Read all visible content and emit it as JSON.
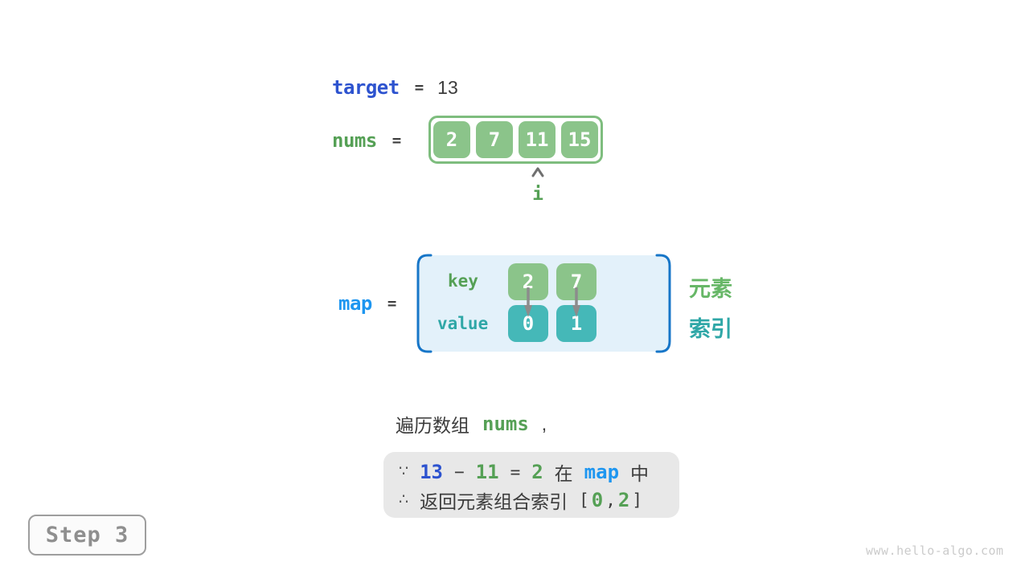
{
  "target": {
    "label": "target",
    "eq": "=",
    "value": "13"
  },
  "nums": {
    "label": "nums",
    "eq": "="
  },
  "array": {
    "cells": [
      "2",
      "7",
      "11",
      "15"
    ],
    "pointer_label": "i",
    "pointer_index": 2
  },
  "map": {
    "label": "map",
    "eq": "=",
    "key_label": "key",
    "value_label": "value",
    "entries": [
      {
        "key": "2",
        "value": "0"
      },
      {
        "key": "7",
        "value": "1"
      }
    ],
    "element_label": "元素",
    "index_label": "索引"
  },
  "sentence": {
    "prefix": "遍历数组",
    "code": "nums",
    "comma": ","
  },
  "conclusion": {
    "because": "∵",
    "operand1": "13",
    "minus": "−",
    "operand2": "11",
    "equals": "=",
    "result": "2",
    "in_word": "在",
    "map_ref": "map",
    "zhong_word": "中",
    "therefore": "∴",
    "return_text": "返回元素组合索引",
    "open_bracket": "[",
    "index1": "0",
    "comma": ",",
    "index2": "2",
    "close_bracket": "]"
  },
  "step_label": "Step 3",
  "watermark": "www.hello-algo.com",
  "colors": {
    "keyword_blue": "#2D53CF",
    "map_azure": "#1E96F0",
    "array_green_fill": "#8BC48A",
    "array_green_border": "#7EBD7E",
    "green_text": "#55A055",
    "element_green": "#67B767",
    "teal_fill": "#45B8B8",
    "teal_text": "#2FA7A7",
    "dark_text": "#3C3C3C",
    "arrow_gray": "#8C8C8C",
    "map_bg": "#E3F1FA",
    "map_bracket_blue": "#1776C8",
    "conclusion_bg": "#E8E8E8",
    "step_text_gray": "#8F8F8F",
    "watermark_gray": "#CBCBCB"
  }
}
